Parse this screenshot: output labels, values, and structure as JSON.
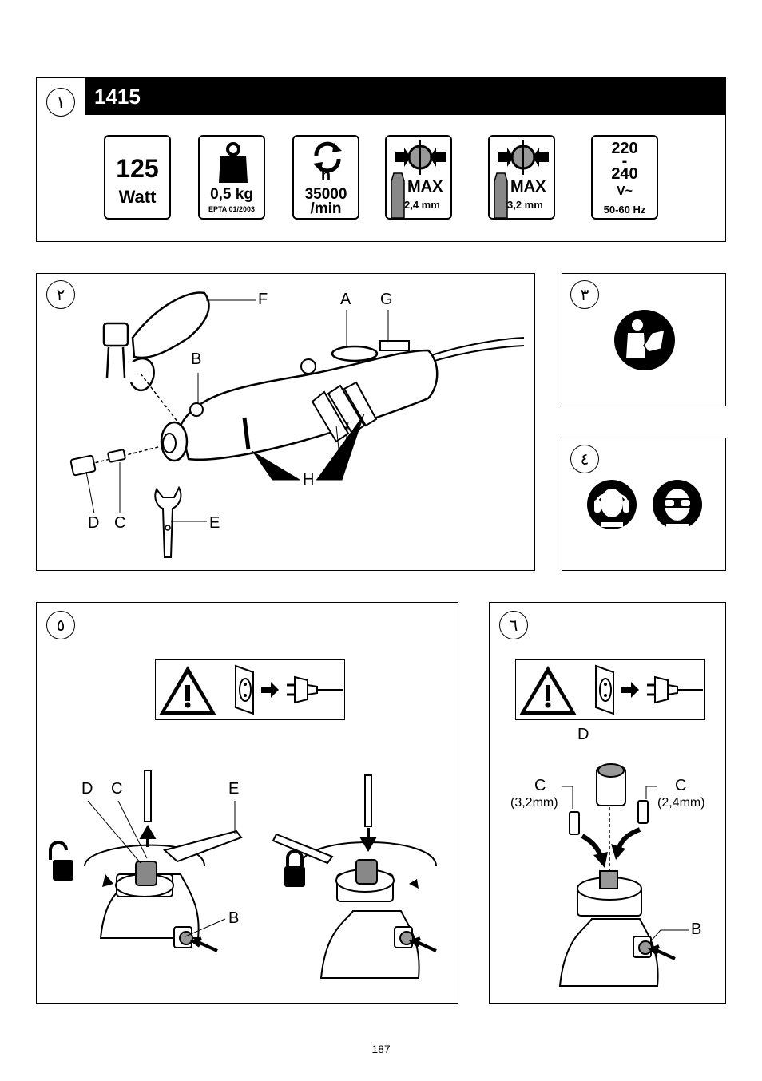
{
  "panels": {
    "p1": {
      "number": "١",
      "title": "1415"
    },
    "p2": {
      "number": "٢"
    },
    "p3": {
      "number": "٣"
    },
    "p4": {
      "number": "٤"
    },
    "p5": {
      "number": "٥"
    },
    "p6": {
      "number": "٦"
    }
  },
  "specs": {
    "power": {
      "value": "125",
      "unit": "Watt"
    },
    "weight": {
      "value": "0,5 kg",
      "note": "EPTA 01/2003"
    },
    "speed": {
      "symbol": "n",
      "value": "35000",
      "unit": "/min"
    },
    "collet1": {
      "label": "MAX",
      "size": "2,4 mm"
    },
    "collet2": {
      "label": "MAX",
      "size": "3,2 mm"
    },
    "voltage": {
      "min": "220",
      "dash": "-",
      "max": "240",
      "unit": "V~",
      "freq": "50-60 Hz"
    }
  },
  "labels": {
    "p2": {
      "F": "F",
      "A": "A",
      "G": "G",
      "B": "B",
      "H": "H",
      "D": "D",
      "C": "C",
      "E": "E"
    },
    "p5": {
      "D": "D",
      "C": "C",
      "E": "E",
      "B": "B"
    },
    "p6": {
      "D": "D",
      "C_left": "C",
      "C_right": "C",
      "size_left": "(3,2mm)",
      "size_right": "(2,4mm)",
      "B": "B"
    }
  },
  "icons": [
    "read-manual-icon",
    "ear-protection-icon",
    "eye-protection-icon",
    "warning-triangle-icon",
    "unplug-icon",
    "unlock-icon",
    "lock-icon"
  ],
  "page": {
    "number": "187"
  }
}
